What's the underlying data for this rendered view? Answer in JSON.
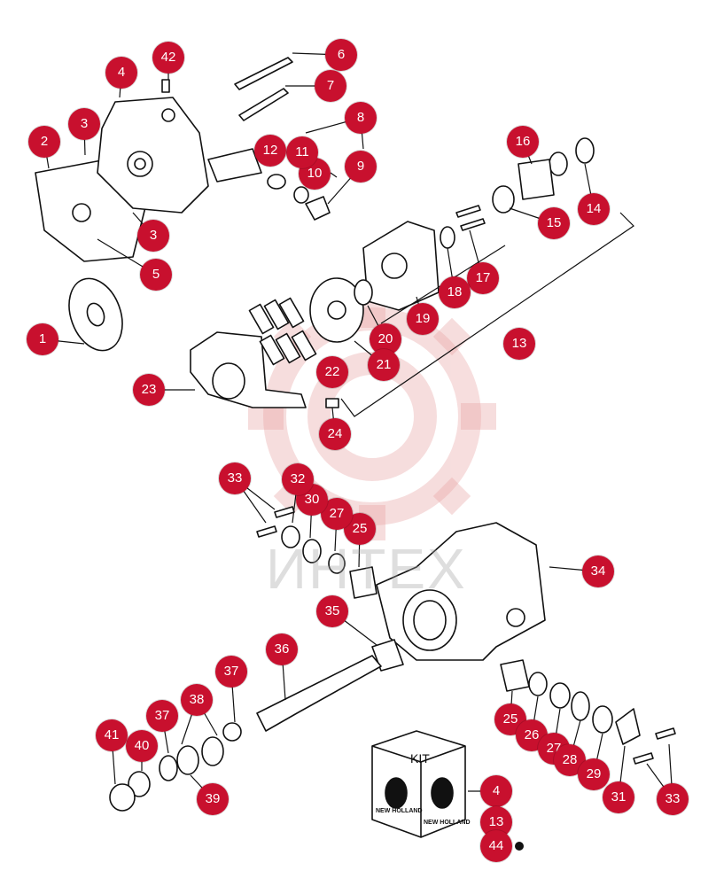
{
  "diagram": {
    "watermark": {
      "text": "ИНТЕХ",
      "color": "#e8b4b4"
    },
    "kit": {
      "label": "KIT",
      "brand": "NEW HOLLAND"
    },
    "bullet_color": "#c8102e",
    "parts": [
      {
        "id": "c1",
        "label": "1"
      },
      {
        "id": "c2",
        "label": "2"
      },
      {
        "id": "c3a",
        "label": "3"
      },
      {
        "id": "c3b",
        "label": "3"
      },
      {
        "id": "c4",
        "label": "4"
      },
      {
        "id": "c5",
        "label": "5"
      },
      {
        "id": "c6",
        "label": "6"
      },
      {
        "id": "c7",
        "label": "7"
      },
      {
        "id": "c8",
        "label": "8"
      },
      {
        "id": "c9",
        "label": "9"
      },
      {
        "id": "c10",
        "label": "10"
      },
      {
        "id": "c11",
        "label": "11"
      },
      {
        "id": "c12",
        "label": "12"
      },
      {
        "id": "c13",
        "label": "13"
      },
      {
        "id": "c14",
        "label": "14"
      },
      {
        "id": "c15",
        "label": "15"
      },
      {
        "id": "c16",
        "label": "16"
      },
      {
        "id": "c17",
        "label": "17"
      },
      {
        "id": "c18",
        "label": "18"
      },
      {
        "id": "c19",
        "label": "19"
      },
      {
        "id": "c20",
        "label": "20"
      },
      {
        "id": "c21",
        "label": "21"
      },
      {
        "id": "c22",
        "label": "22"
      },
      {
        "id": "c23",
        "label": "23"
      },
      {
        "id": "c24",
        "label": "24"
      },
      {
        "id": "c25a",
        "label": "25"
      },
      {
        "id": "c25b",
        "label": "25"
      },
      {
        "id": "c26",
        "label": "26"
      },
      {
        "id": "c27a",
        "label": "27"
      },
      {
        "id": "c27b",
        "label": "27"
      },
      {
        "id": "c28",
        "label": "28"
      },
      {
        "id": "c29",
        "label": "29"
      },
      {
        "id": "c30",
        "label": "30"
      },
      {
        "id": "c31",
        "label": "31"
      },
      {
        "id": "c32",
        "label": "32"
      },
      {
        "id": "c33a",
        "label": "33"
      },
      {
        "id": "c33b",
        "label": "33"
      },
      {
        "id": "c34",
        "label": "34"
      },
      {
        "id": "c35",
        "label": "35"
      },
      {
        "id": "c36",
        "label": "36"
      },
      {
        "id": "c37a",
        "label": "37"
      },
      {
        "id": "c37b",
        "label": "37"
      },
      {
        "id": "c38",
        "label": "38"
      },
      {
        "id": "c39",
        "label": "39"
      },
      {
        "id": "c40",
        "label": "40"
      },
      {
        "id": "c41",
        "label": "41"
      },
      {
        "id": "c42",
        "label": "42"
      },
      {
        "id": "k4",
        "label": "4"
      },
      {
        "id": "k13",
        "label": "13"
      },
      {
        "id": "k44",
        "label": "44"
      }
    ]
  }
}
